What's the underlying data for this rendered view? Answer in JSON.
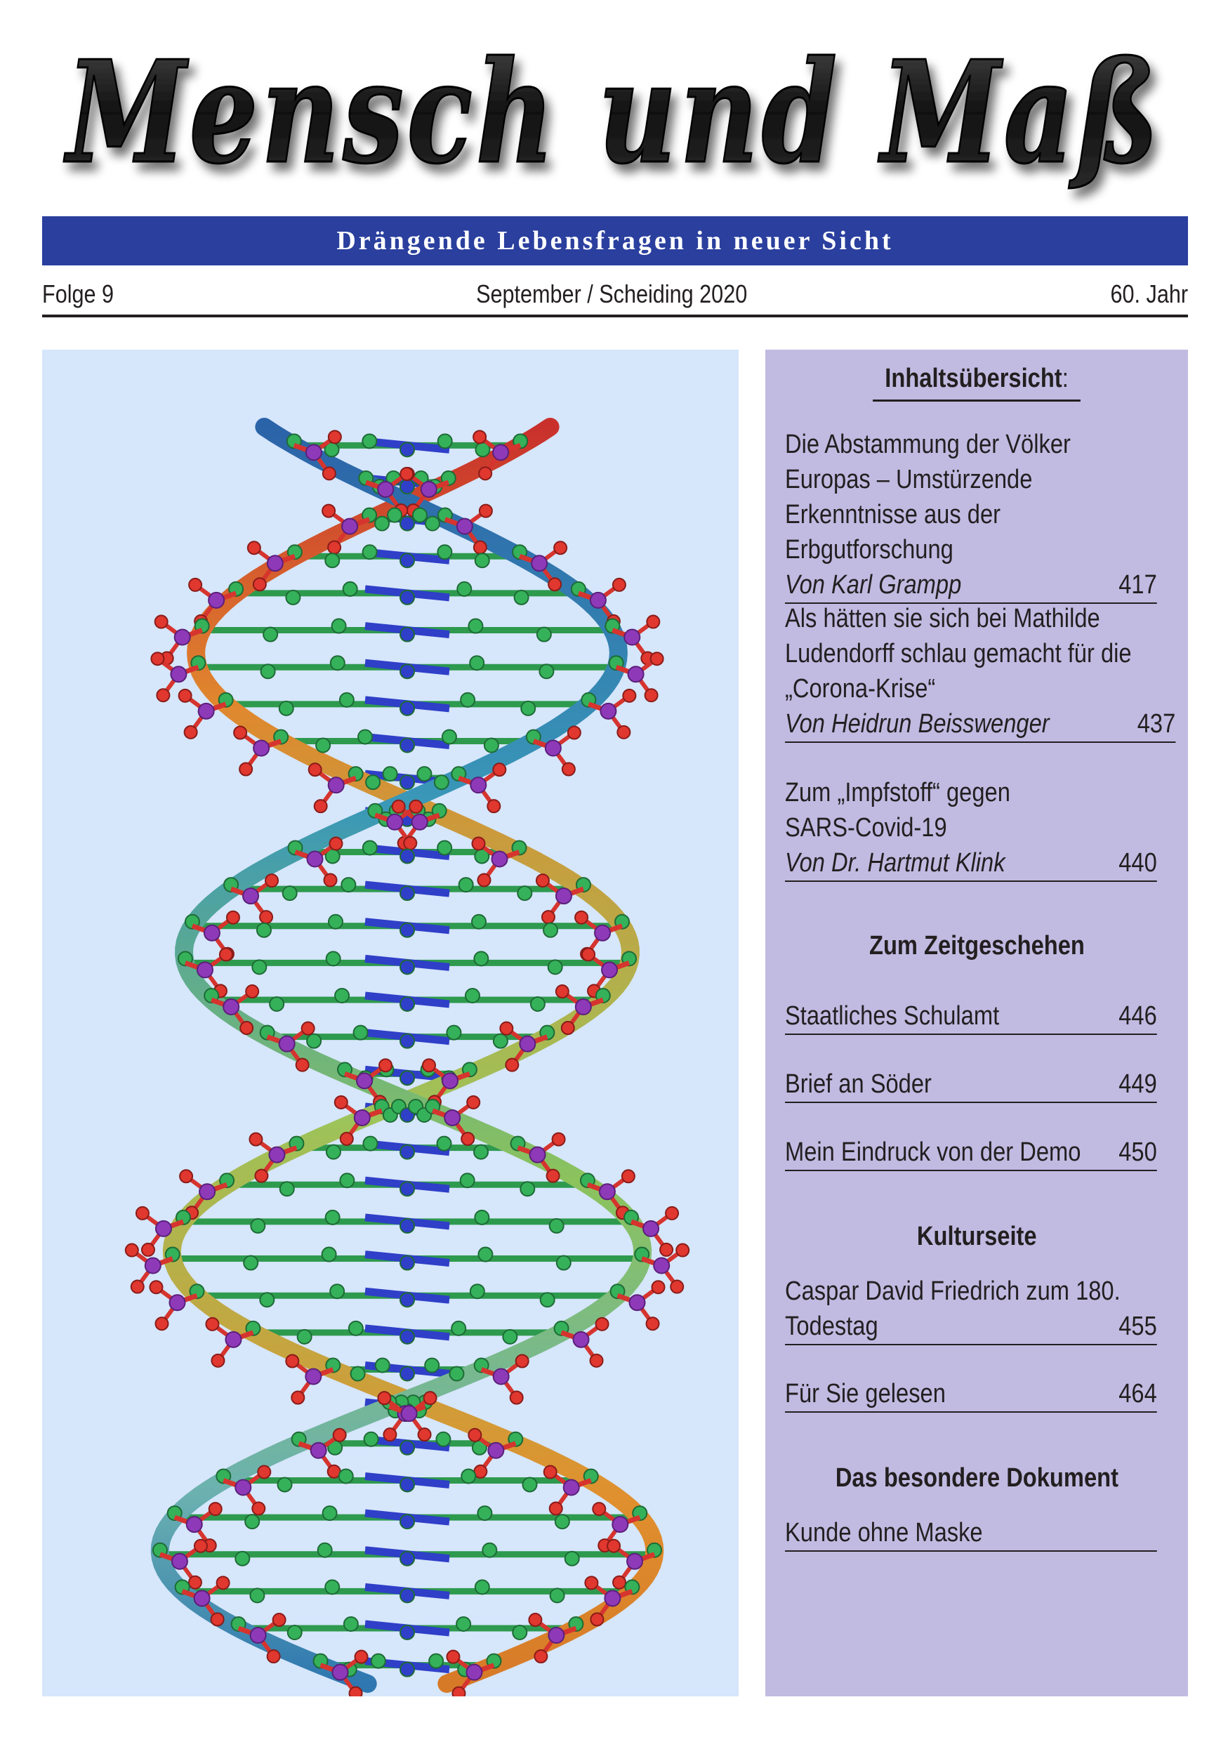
{
  "masthead": {
    "title": "Mensch und Maß"
  },
  "subtitle": "Drängende Lebensfragen in neuer Sicht",
  "issue": {
    "folge": "Folge 9",
    "date": "September / Scheiding 2020",
    "year": "60. Jahr"
  },
  "cover_image": {
    "subject": "DNA double helix molecular model",
    "background": "#d6e6fb"
  },
  "colors": {
    "band": "#2a3f9e",
    "toc_background": "#c1bbe2",
    "text": "#231f20"
  },
  "toc": {
    "title": "Inhaltsübersicht",
    "title_suffix": ":",
    "articles": [
      {
        "title": "Die Abstammung der Völker Europas – Umstürzende Erkenntnisse aus der Erbgutforschung",
        "author": "Von Karl Grampp",
        "page": "417"
      },
      {
        "title": "Als hätten sie sich bei Mathilde Ludendorff schlau gemacht für die „Corona-Krise“",
        "author": "Von Heidrun Beisswenger",
        "page": "437"
      },
      {
        "title": "Zum „Impfstoff“ gegen SARS-Covid-19",
        "author": "Von Dr. Hartmut Klink",
        "page": "440"
      }
    ],
    "sections": [
      {
        "heading": "Zum Zeitgeschehen",
        "items": [
          {
            "title": "Staatliches Schulamt",
            "page": "446"
          },
          {
            "title": "Brief an Söder",
            "page": "449"
          },
          {
            "title": "Mein Eindruck von der Demo",
            "page": "450"
          }
        ]
      },
      {
        "heading": "Kulturseite",
        "items": [
          {
            "title_line1": "Caspar David Friedrich zum 180.",
            "title_line2": "Todestag",
            "page": "455"
          },
          {
            "title": "Für Sie gelesen",
            "page": "464"
          }
        ]
      },
      {
        "heading": "Das besondere Dokument",
        "items": [
          {
            "title": "Kunde ohne Maske",
            "page": ""
          }
        ]
      }
    ]
  }
}
